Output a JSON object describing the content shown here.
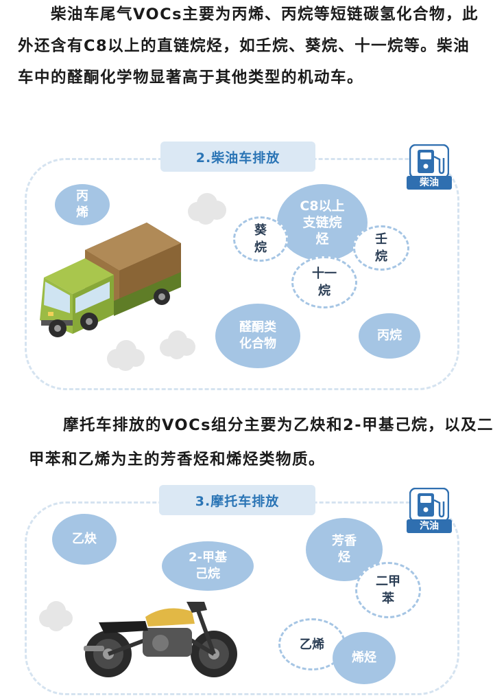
{
  "intro_text": "柴油车尾气VOCs主要为丙烯、丙烷等短链碳氢化合物，此外还含有C8以上的直链烷烃，如壬烷、葵烷、十一烷等。柴油车中的醛酮化学物显著高于其他类型的机动车。",
  "section_diesel": {
    "title": "2.柴油车排放",
    "fuel_label": "柴油",
    "compounds": {
      "propene": "丙\n烯",
      "c8_chain": "C8以上\n支链烷\n烃",
      "decane": "葵\n烷",
      "nonane": "壬\n烷",
      "undecane": "十一\n烷",
      "aldehyde_ketone": "醛酮类\n化合物",
      "propane": "丙烷"
    }
  },
  "motorcycle_text": "摩托车排放的VOCs组分主要为乙炔和2-甲基己烷，以及二甲苯和乙烯为主的芳香烃和烯烃类物质。",
  "section_motorcycle": {
    "title": "3.摩托车排放",
    "fuel_label": "汽油",
    "compounds": {
      "acetylene": "乙炔",
      "methylhexane": "2-甲基\n己烷",
      "aromatics": "芳香\n烃",
      "xylene": "二甲\n苯",
      "ethylene": "乙烯",
      "olefins": "烯烃"
    }
  },
  "colors": {
    "accent_blue": "#2a74b5",
    "bubble_fill": "#a5c5e4",
    "panel_border": "#d5e3f0",
    "truck_body": "#8fb33a",
    "truck_cargo": "#a07a45",
    "bike_tank": "#e2b845"
  }
}
